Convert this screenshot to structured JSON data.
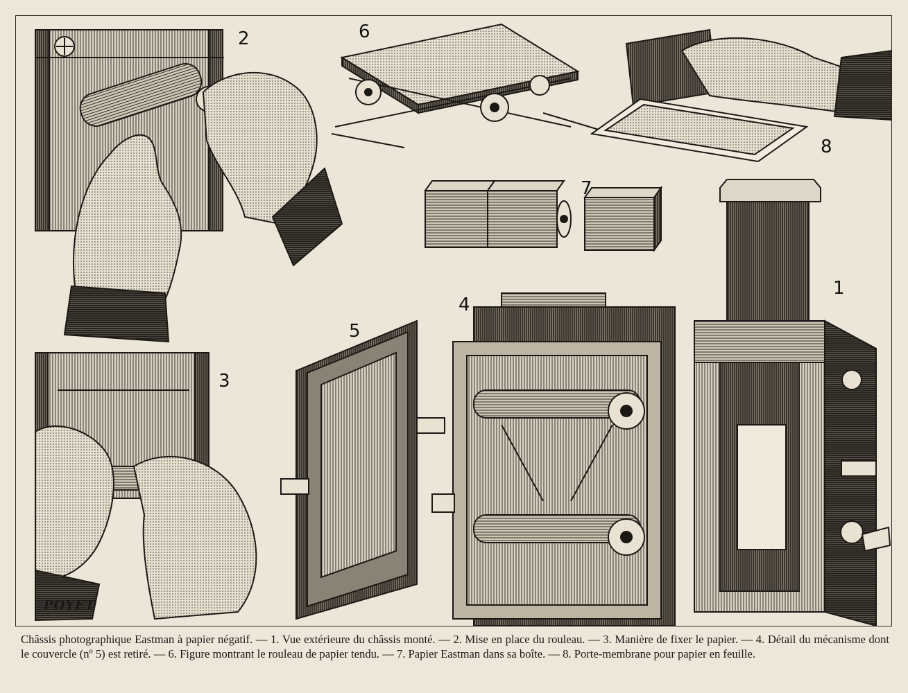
{
  "figures": [
    {
      "number": "1"
    },
    {
      "number": "2"
    },
    {
      "number": "3"
    },
    {
      "number": "4"
    },
    {
      "number": "5"
    },
    {
      "number": "6"
    },
    {
      "number": "7"
    },
    {
      "number": "8"
    }
  ],
  "signature": "POYET",
  "caption": "Châssis photographique Eastman à papier négatif. — 1. Vue extérieure du châssis monté. — 2. Mise en place du rouleau. — 3. Manière de fixer le papier. — 4. Détail du mécanisme dont le couvercle (nº 5) est retiré. — 6. Figure montrant le rouleau de papier tendu. — 7. Papier Eastman dans sa boîte. — 8. Porte-membrane pour papier en feuille.",
  "colors": {
    "paper": "#ece6d8",
    "ink": "#1b1916"
  }
}
